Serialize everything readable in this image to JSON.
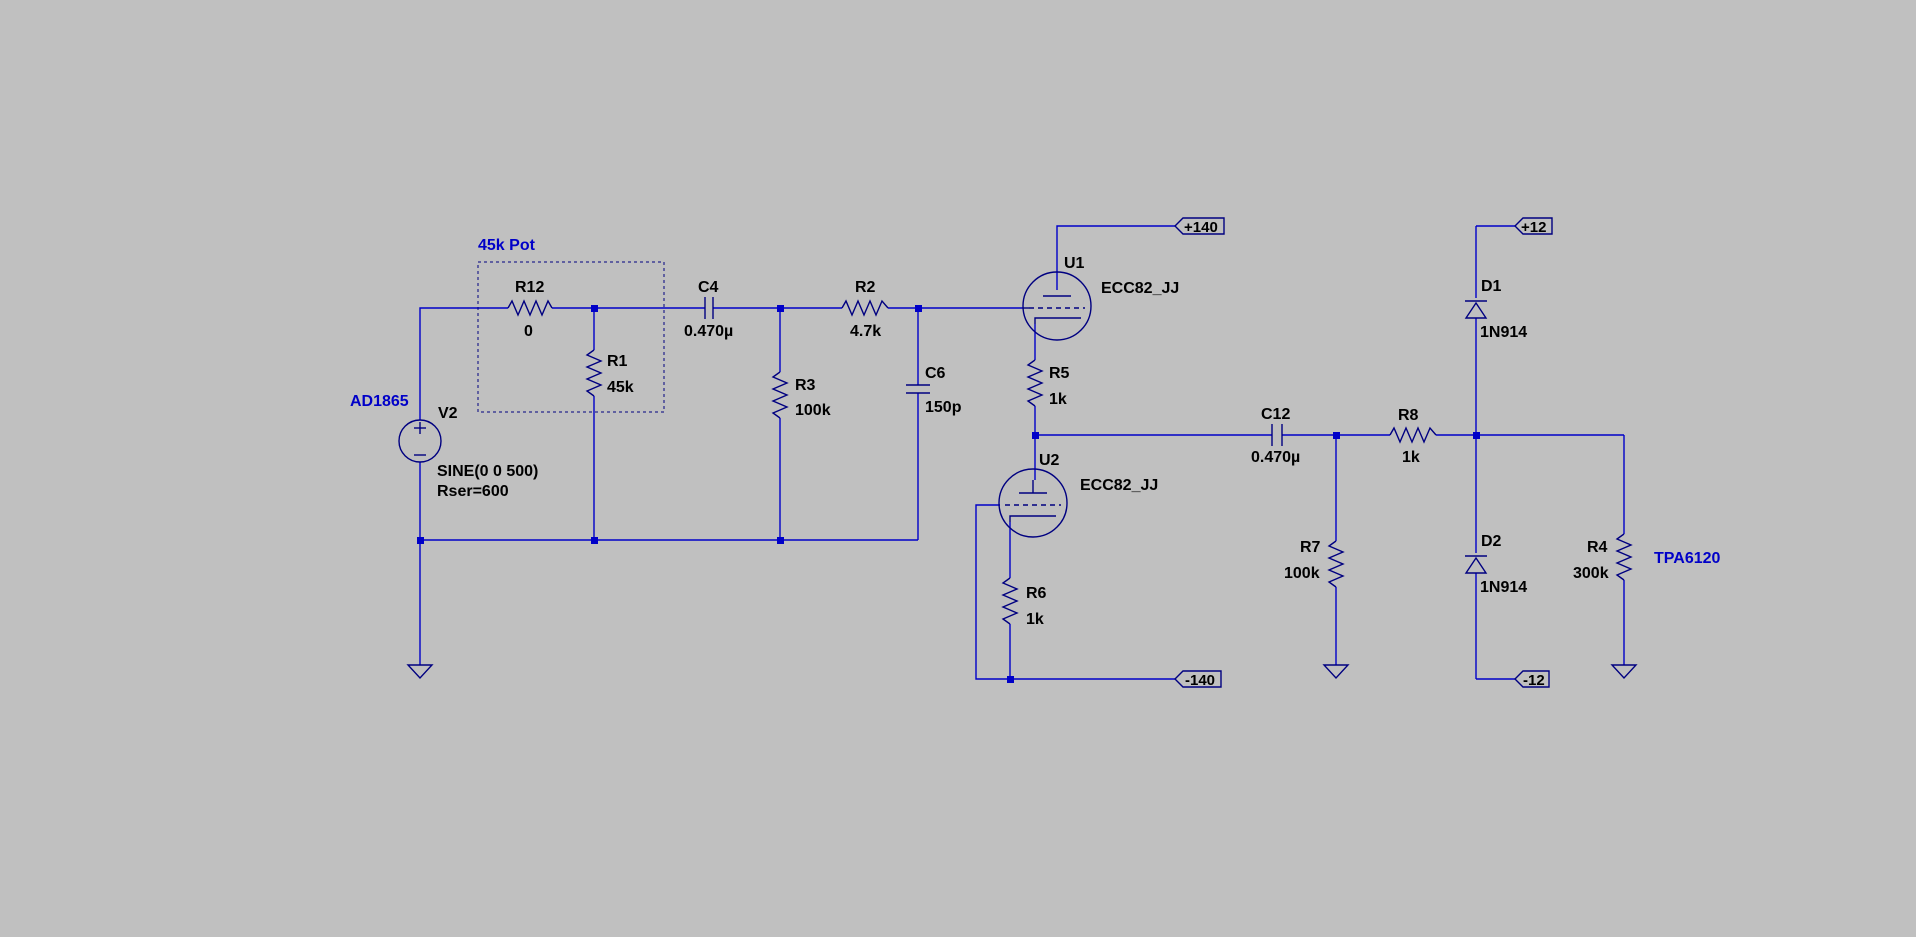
{
  "schematic": {
    "colors": {
      "background": "#c0c0c0",
      "wire": "#0000c8",
      "symbol": "#000080",
      "text": "#000000",
      "annotation": "#0000c8"
    },
    "annotations": {
      "pot": "45k Pot",
      "source_name": "AD1865",
      "load_name": "TPA6120"
    },
    "components": {
      "R12": {
        "ref": "R12",
        "value": "0"
      },
      "R1": {
        "ref": "R1",
        "value": "45k"
      },
      "C4": {
        "ref": "C4",
        "value": "0.470µ"
      },
      "R2": {
        "ref": "R2",
        "value": "4.7k"
      },
      "R3": {
        "ref": "R3",
        "value": "100k"
      },
      "C6": {
        "ref": "C6",
        "value": "150p"
      },
      "V2": {
        "ref": "V2",
        "value": "SINE(0 0 500)",
        "extra": "Rser=600"
      },
      "U1": {
        "ref": "U1",
        "value": "ECC82_JJ"
      },
      "U2": {
        "ref": "U2",
        "value": "ECC82_JJ"
      },
      "R5": {
        "ref": "R5",
        "value": "1k"
      },
      "R6": {
        "ref": "R6",
        "value": "1k"
      },
      "C12": {
        "ref": "C12",
        "value": "0.470µ"
      },
      "R7": {
        "ref": "R7",
        "value": "100k"
      },
      "R8": {
        "ref": "R8",
        "value": "1k"
      },
      "D1": {
        "ref": "D1",
        "value": "1N914"
      },
      "D2": {
        "ref": "D2",
        "value": "1N914"
      },
      "R4": {
        "ref": "R4",
        "value": "300k"
      }
    },
    "flags": {
      "hv_pos": "+140",
      "hv_neg": "-140",
      "lv_pos": "+12",
      "lv_neg": "-12"
    }
  }
}
